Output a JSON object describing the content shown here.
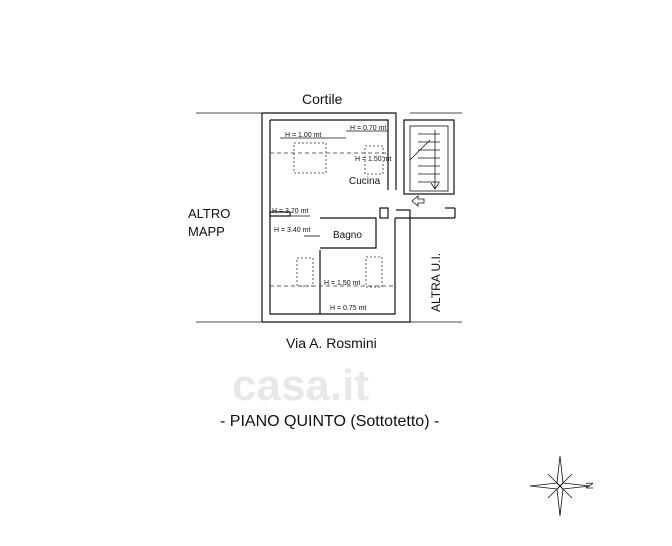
{
  "labels": {
    "top_street": "Cortile",
    "bottom_street": "Via A. Rosmini",
    "left_label_1": "ALTRO",
    "left_label_2": "MAPP",
    "right_label": "ALTRA U.I.",
    "kitchen": "Cucina",
    "bathroom": "Bagno",
    "title": "- PIANO QUINTO (Sottotetto) -",
    "compass_n": "N",
    "watermark": "casa.it"
  },
  "heights": {
    "h1": "H = 1.00 mt",
    "h2": "H = 0.70 mt",
    "h3": "H = 1.50 mt",
    "h4": "H = 3.20 mt",
    "h5": "H = 3.40 mt",
    "h6": "H = 1.50 mt",
    "h7": "H = 0.75 mt"
  },
  "colors": {
    "line": "#111111",
    "background": "#ffffff",
    "watermark": "#e8e8e8"
  }
}
